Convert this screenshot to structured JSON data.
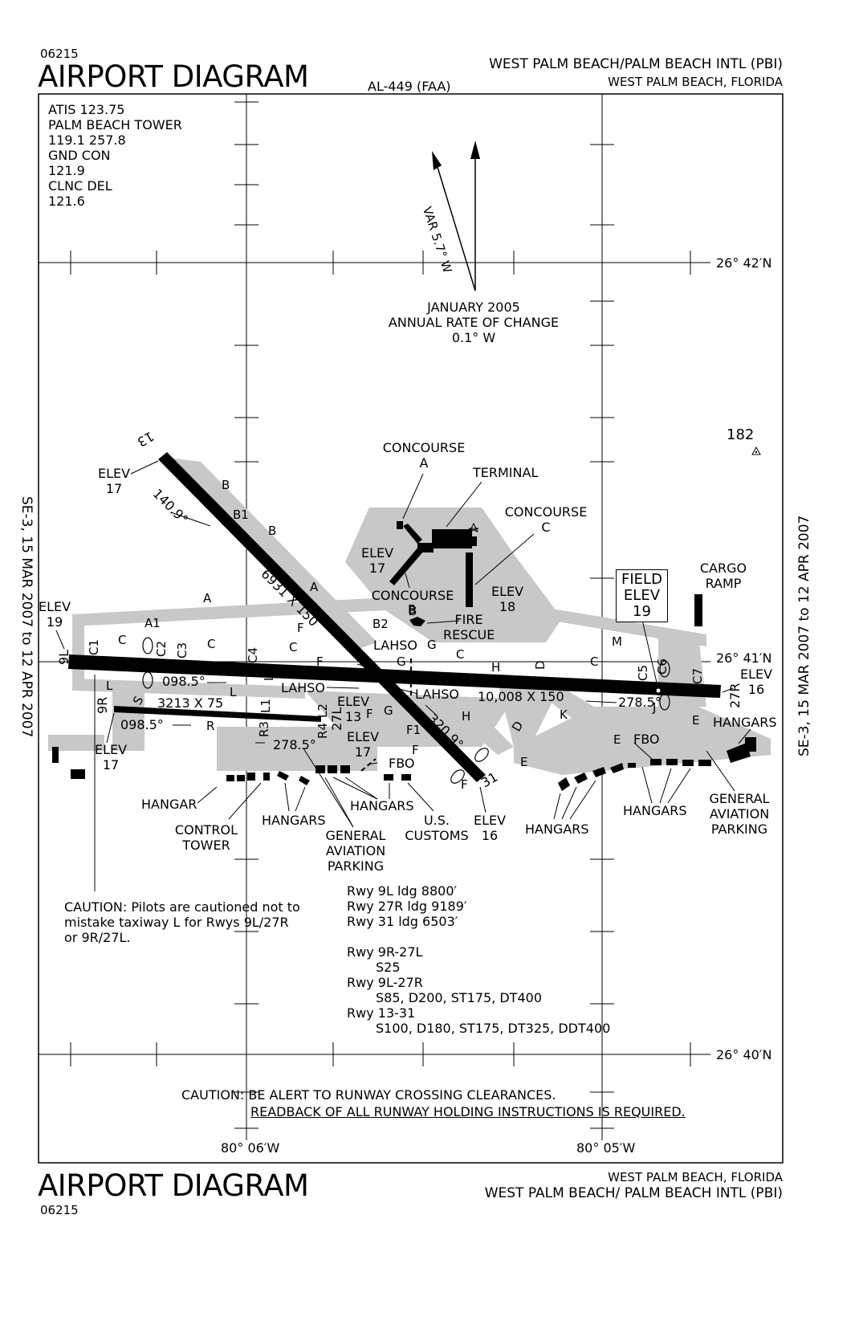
{
  "header": {
    "code_top": "06215",
    "title_top": "AIRPORT DIAGRAM",
    "al_code": "AL-449 (FAA)",
    "airport_top": "WEST PALM BEACH/PALM BEACH INTL (PBI)",
    "city_top": "WEST PALM BEACH, FLORIDA"
  },
  "footer": {
    "title_bottom": "AIRPORT DIAGRAM",
    "code_bottom": "06215",
    "city_bottom": "WEST PALM BEACH, FLORIDA",
    "airport_bottom": "WEST PALM BEACH/ PALM BEACH INTL (PBI)"
  },
  "side_labels": {
    "left": "SE-3, 15 MAR 2007 to 12 APR 2007",
    "right": "SE-3, 15 MAR 2007 to 12 APR 2007"
  },
  "frequencies": [
    "ATIS 123.75",
    "PALM BEACH TOWER",
    "119.1 257.8",
    "GND CON",
    "121.9",
    "CLNC DEL",
    "121.6"
  ],
  "magnetic": {
    "variation": "VAR 5.7° W",
    "date": "JANUARY 2005",
    "rate_label": "ANNUAL RATE OF CHANGE",
    "rate": "0.1° W"
  },
  "grid": {
    "lat_42": "26° 42′N",
    "lat_41": "26° 41′N",
    "lat_40": "26° 40′N",
    "lon_06": "80° 06′W",
    "lon_05": "80° 05′W"
  },
  "obstacle": "182",
  "field_elev": [
    "FIELD",
    "ELEV",
    "19"
  ],
  "runways": {
    "r13_31_dims": "6931 X 150",
    "r9l_27r_dims": "10,008 X 150",
    "r9r_27l_dims": "3213 X 75",
    "hdg_140": "140.9°",
    "hdg_320": "320.9°",
    "hdg_098a": "098.5°",
    "hdg_098b": "098.5°",
    "hdg_278a": "278.5°",
    "hdg_278b": "278.5°",
    "rwy_13": "13",
    "rwy_31": "31",
    "rwy_9l": "9L",
    "rwy_27r": "27R",
    "rwy_9r": "9R",
    "rwy_27l": "27L"
  },
  "elev_labels": {
    "e17_nw": [
      "ELEV",
      "17"
    ],
    "e19_w": [
      "ELEV",
      "19"
    ],
    "e17_sw": [
      "ELEV",
      "17"
    ],
    "e16_e": [
      "ELEV",
      "16"
    ],
    "e16_s": [
      "ELEV",
      "16"
    ],
    "e13": [
      "ELEV",
      "13"
    ],
    "e17_mid": [
      "ELEV",
      "17"
    ],
    "e17_term": [
      "ELEV",
      "17"
    ],
    "e18": [
      "ELEV",
      "18"
    ]
  },
  "facilities": {
    "concourse_a": [
      "CONCOURSE",
      "A"
    ],
    "terminal": "TERMINAL",
    "concourse_c": [
      "CONCOURSE",
      "C"
    ],
    "concourse_b": [
      "CONCOURSE",
      "B"
    ],
    "fire_rescue": [
      "FIRE",
      "RESCUE"
    ],
    "cargo_ramp": [
      "CARGO",
      "RAMP"
    ],
    "hangars_e": "HANGARS",
    "hangar_w": "HANGAR",
    "control_tower": [
      "CONTROL",
      "TOWER"
    ],
    "hangars_sw": "HANGARS",
    "ga_parking_w": [
      "GENERAL",
      "AVIATION",
      "PARKING"
    ],
    "hangars_mid": "HANGARS",
    "customs": [
      "U.S.",
      "CUSTOMS"
    ],
    "hangars_se1": "HANGARS",
    "hangars_se2": "HANGARS",
    "ga_parking_e": [
      "GENERAL",
      "AVIATION",
      "PARKING"
    ],
    "fbo_1": "FBO",
    "fbo_2": "FBO",
    "lahso_1": "LAHSO",
    "lahso_2": "LAHSO",
    "lahso_3": "LAHSO"
  },
  "taxiways": [
    "A",
    "A1",
    "B",
    "B1",
    "B2",
    "C",
    "C1",
    "C2",
    "C3",
    "C4",
    "C5",
    "C6",
    "C7",
    "D",
    "E",
    "F",
    "F1",
    "G",
    "H",
    "J",
    "K",
    "L",
    "L1",
    "L2",
    "M",
    "R",
    "R3",
    "R4",
    "S"
  ],
  "caution_l": [
    "CAUTION: Pilots are cautioned not to",
    "mistake taxiway L for Rwys 9L/27R",
    "or 9R/27L."
  ],
  "runway_info": [
    "Rwy 9L ldg 8800′",
    "Rwy 27R ldg 9189′",
    "Rwy 31 ldg 6503′",
    "",
    "Rwy 9R-27L",
    "S25",
    "Rwy 9L-27R",
    "S85, D200, ST175, DT400",
    "Rwy 13-31",
    "S100, D180, ST175, DT325, DDT400"
  ],
  "caution_bottom": [
    "CAUTION: BE ALERT TO RUNWAY CROSSING CLEARANCES.",
    "READBACK OF ALL RUNWAY HOLDING INSTRUCTIONS IS REQUIRED."
  ]
}
